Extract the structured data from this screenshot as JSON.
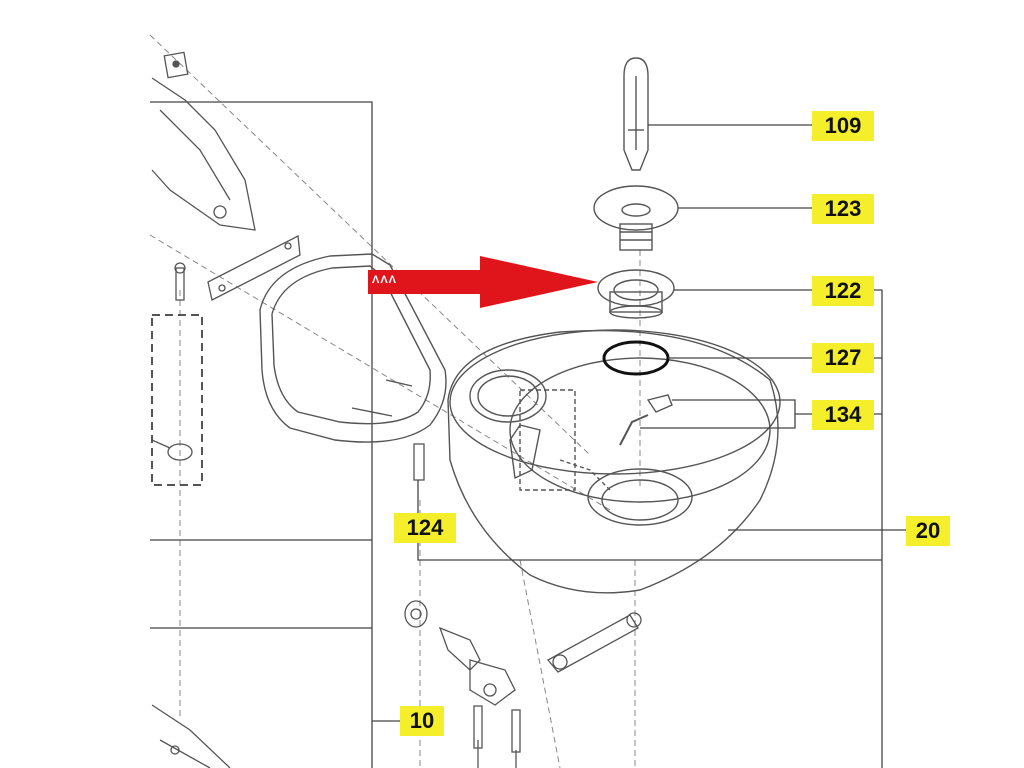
{
  "diagram": {
    "callouts": [
      {
        "id": "109",
        "label": "109"
      },
      {
        "id": "123",
        "label": "123"
      },
      {
        "id": "122",
        "label": "122"
      },
      {
        "id": "127",
        "label": "127"
      },
      {
        "id": "134",
        "label": "134"
      },
      {
        "id": "124",
        "label": "124"
      },
      {
        "id": "20",
        "label": "20"
      },
      {
        "id": "10",
        "label": "10"
      }
    ],
    "arrow": {
      "text": "ΛΛΛ",
      "color": "#e0141b"
    },
    "colors": {
      "callout_bg": "#f4ef2a",
      "line": "#444444",
      "arrow": "#e0141b",
      "drawing": "#555555"
    }
  }
}
